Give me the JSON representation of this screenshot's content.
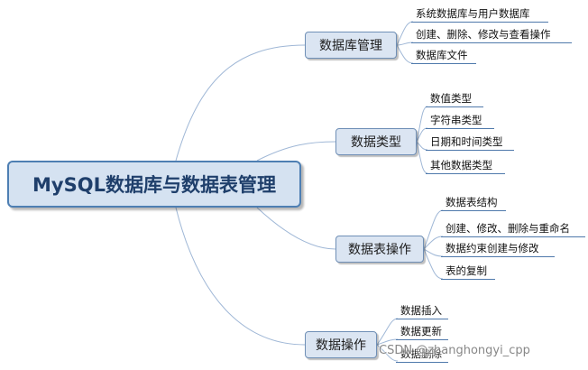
{
  "root": {
    "label": "MySQL数据库与数据表管理"
  },
  "branches": [
    {
      "label": "数据库管理",
      "children": [
        "系统数据库与用户数据库",
        "创建、删除、修改与查看操作",
        "数据库文件"
      ]
    },
    {
      "label": "数据类型",
      "children": [
        "数值类型",
        "字符串类型",
        "日期和时间类型",
        "其他数据类型"
      ]
    },
    {
      "label": "数据表操作",
      "children": [
        "数据表结构",
        "创建、修改、删除与重命名",
        "数据约束创建与修改",
        "表的复制"
      ]
    },
    {
      "label": "数据操作",
      "children": [
        "数据插入",
        "数据更新",
        "数据删除"
      ]
    }
  ],
  "watermark": "CSDN @zhanghongyi_cpp",
  "colors": {
    "line": "#4f79ab",
    "connector": "#9fb7d6",
    "branch_fill": "#dbe5f2",
    "root_fill": "#d5e2f1"
  }
}
